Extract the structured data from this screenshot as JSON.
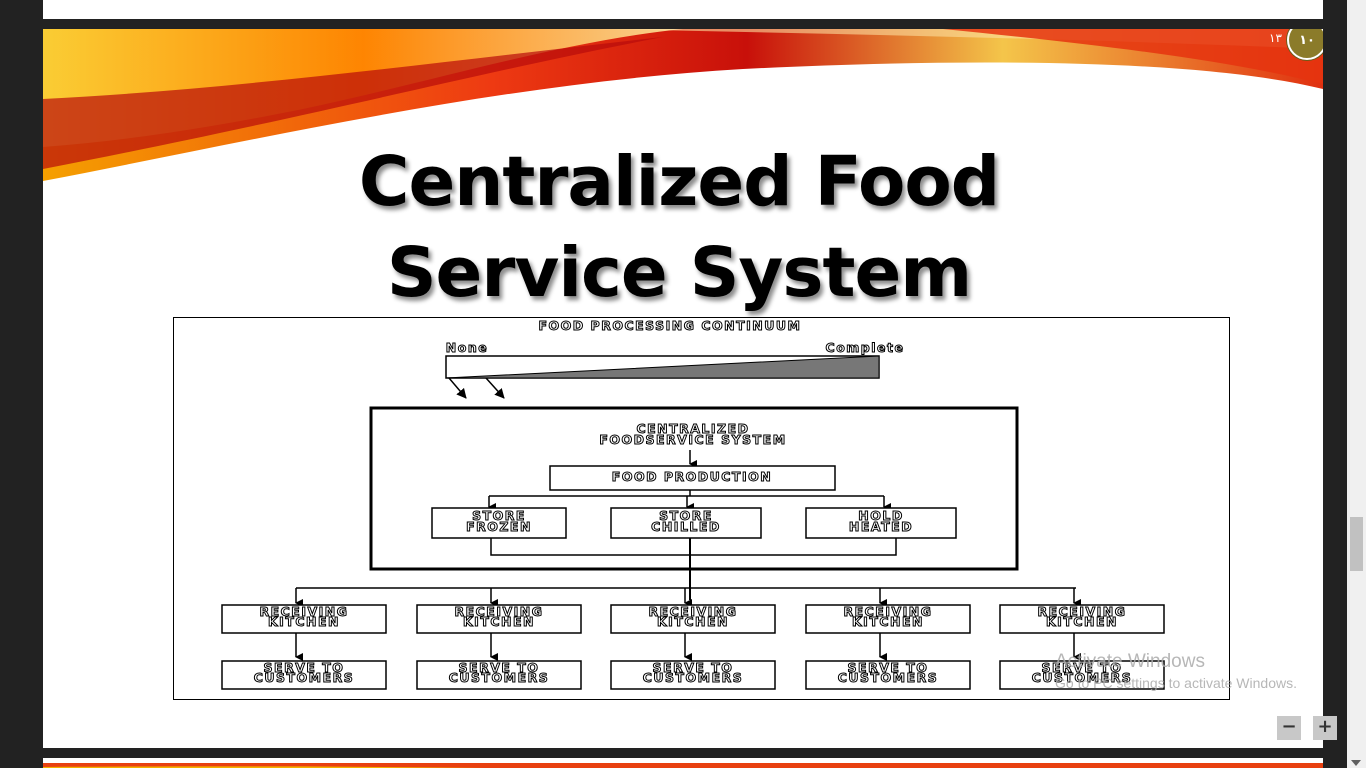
{
  "slide": {
    "title_line1": "Centralized Food",
    "title_line2": "Service System",
    "page_badge": "١٠",
    "page_badge_small": "١٣"
  },
  "diagram": {
    "heading": "FOOD PROCESSING CONTINUUM",
    "continuum_left": "None",
    "continuum_right": "Complete",
    "system_title_1": "CENTRALIZED",
    "system_title_2": "FOODSERVICE SYSTEM",
    "production": "FOOD PRODUCTION",
    "storage": [
      {
        "line1": "STORE",
        "line2": "FROZEN"
      },
      {
        "line1": "STORE",
        "line2": "CHILLED"
      },
      {
        "line1": "HOLD",
        "line2": "HEATED"
      }
    ],
    "kitchens": [
      {
        "line1": "RECEIVING",
        "line2": "KITCHEN"
      },
      {
        "line1": "RECEIVING",
        "line2": "KITCHEN"
      },
      {
        "line1": "RECEIVING",
        "line2": "KITCHEN"
      },
      {
        "line1": "RECEIVING",
        "line2": "KITCHEN"
      },
      {
        "line1": "RECEIVING",
        "line2": "KITCHEN"
      }
    ],
    "serve": [
      {
        "line1": "SERVE TO",
        "line2": "CUSTOMERS"
      },
      {
        "line1": "SERVE TO",
        "line2": "CUSTOMERS"
      },
      {
        "line1": "SERVE TO",
        "line2": "CUSTOMERS"
      },
      {
        "line1": "SERVE TO",
        "line2": "CUSTOMERS"
      },
      {
        "line1": "SERVE TO",
        "line2": "CUSTOMERS"
      }
    ]
  },
  "watermark": {
    "line1": "Activate Windows",
    "line2": "Go to PC settings to activate Windows."
  },
  "zoom": {
    "out_label": "−",
    "in_label": "+"
  }
}
